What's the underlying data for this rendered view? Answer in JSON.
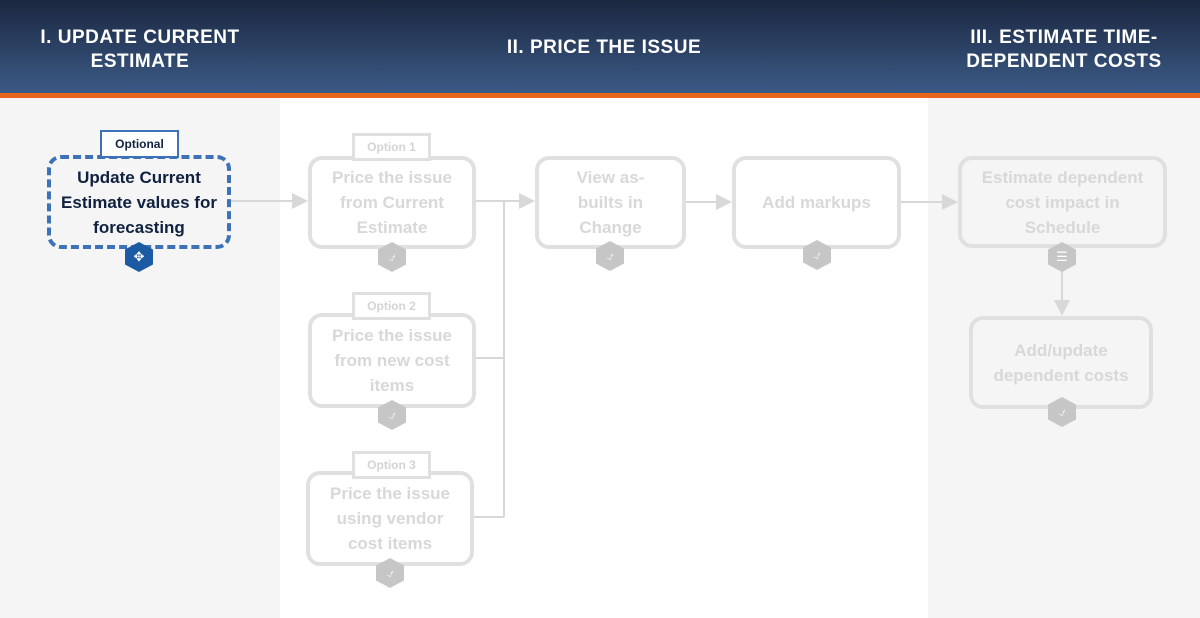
{
  "header": {
    "phase1": "I. UPDATE CURRENT ESTIMATE",
    "phase2": "II. PRICE THE ISSUE",
    "phase3": "III. ESTIMATE TIME-DEPENDENT COSTS"
  },
  "steps": {
    "update_current": {
      "tag": "Optional",
      "label": "Update Current Estimate values for forecasting",
      "icon": "navigation-icon"
    },
    "option1": {
      "tag": "Option 1",
      "label": "Price the issue from Current Estimate",
      "icon": "estimate-icon"
    },
    "option2": {
      "tag": "Option 2",
      "label": "Price the issue from new cost items",
      "icon": "estimate-icon"
    },
    "option3": {
      "tag": "Option 3",
      "label": "Price the issue using vendor cost items",
      "icon": "estimate-icon"
    },
    "view_asbuilts": {
      "label": "View as-builts in Change",
      "icon": "estimate-icon"
    },
    "add_markups": {
      "label": "Add markups",
      "icon": "estimate-icon"
    },
    "estimate_dependent": {
      "label": "Estimate dependent cost impact in Schedule",
      "icon": "schedule-icon"
    },
    "add_update_dependent": {
      "label": "Add/update dependent costs",
      "icon": "estimate-icon"
    }
  },
  "colors": {
    "header": "#2c4468",
    "accent": "#e8651e",
    "active": "#3d72b8",
    "inactive": "#e0e0e0"
  }
}
